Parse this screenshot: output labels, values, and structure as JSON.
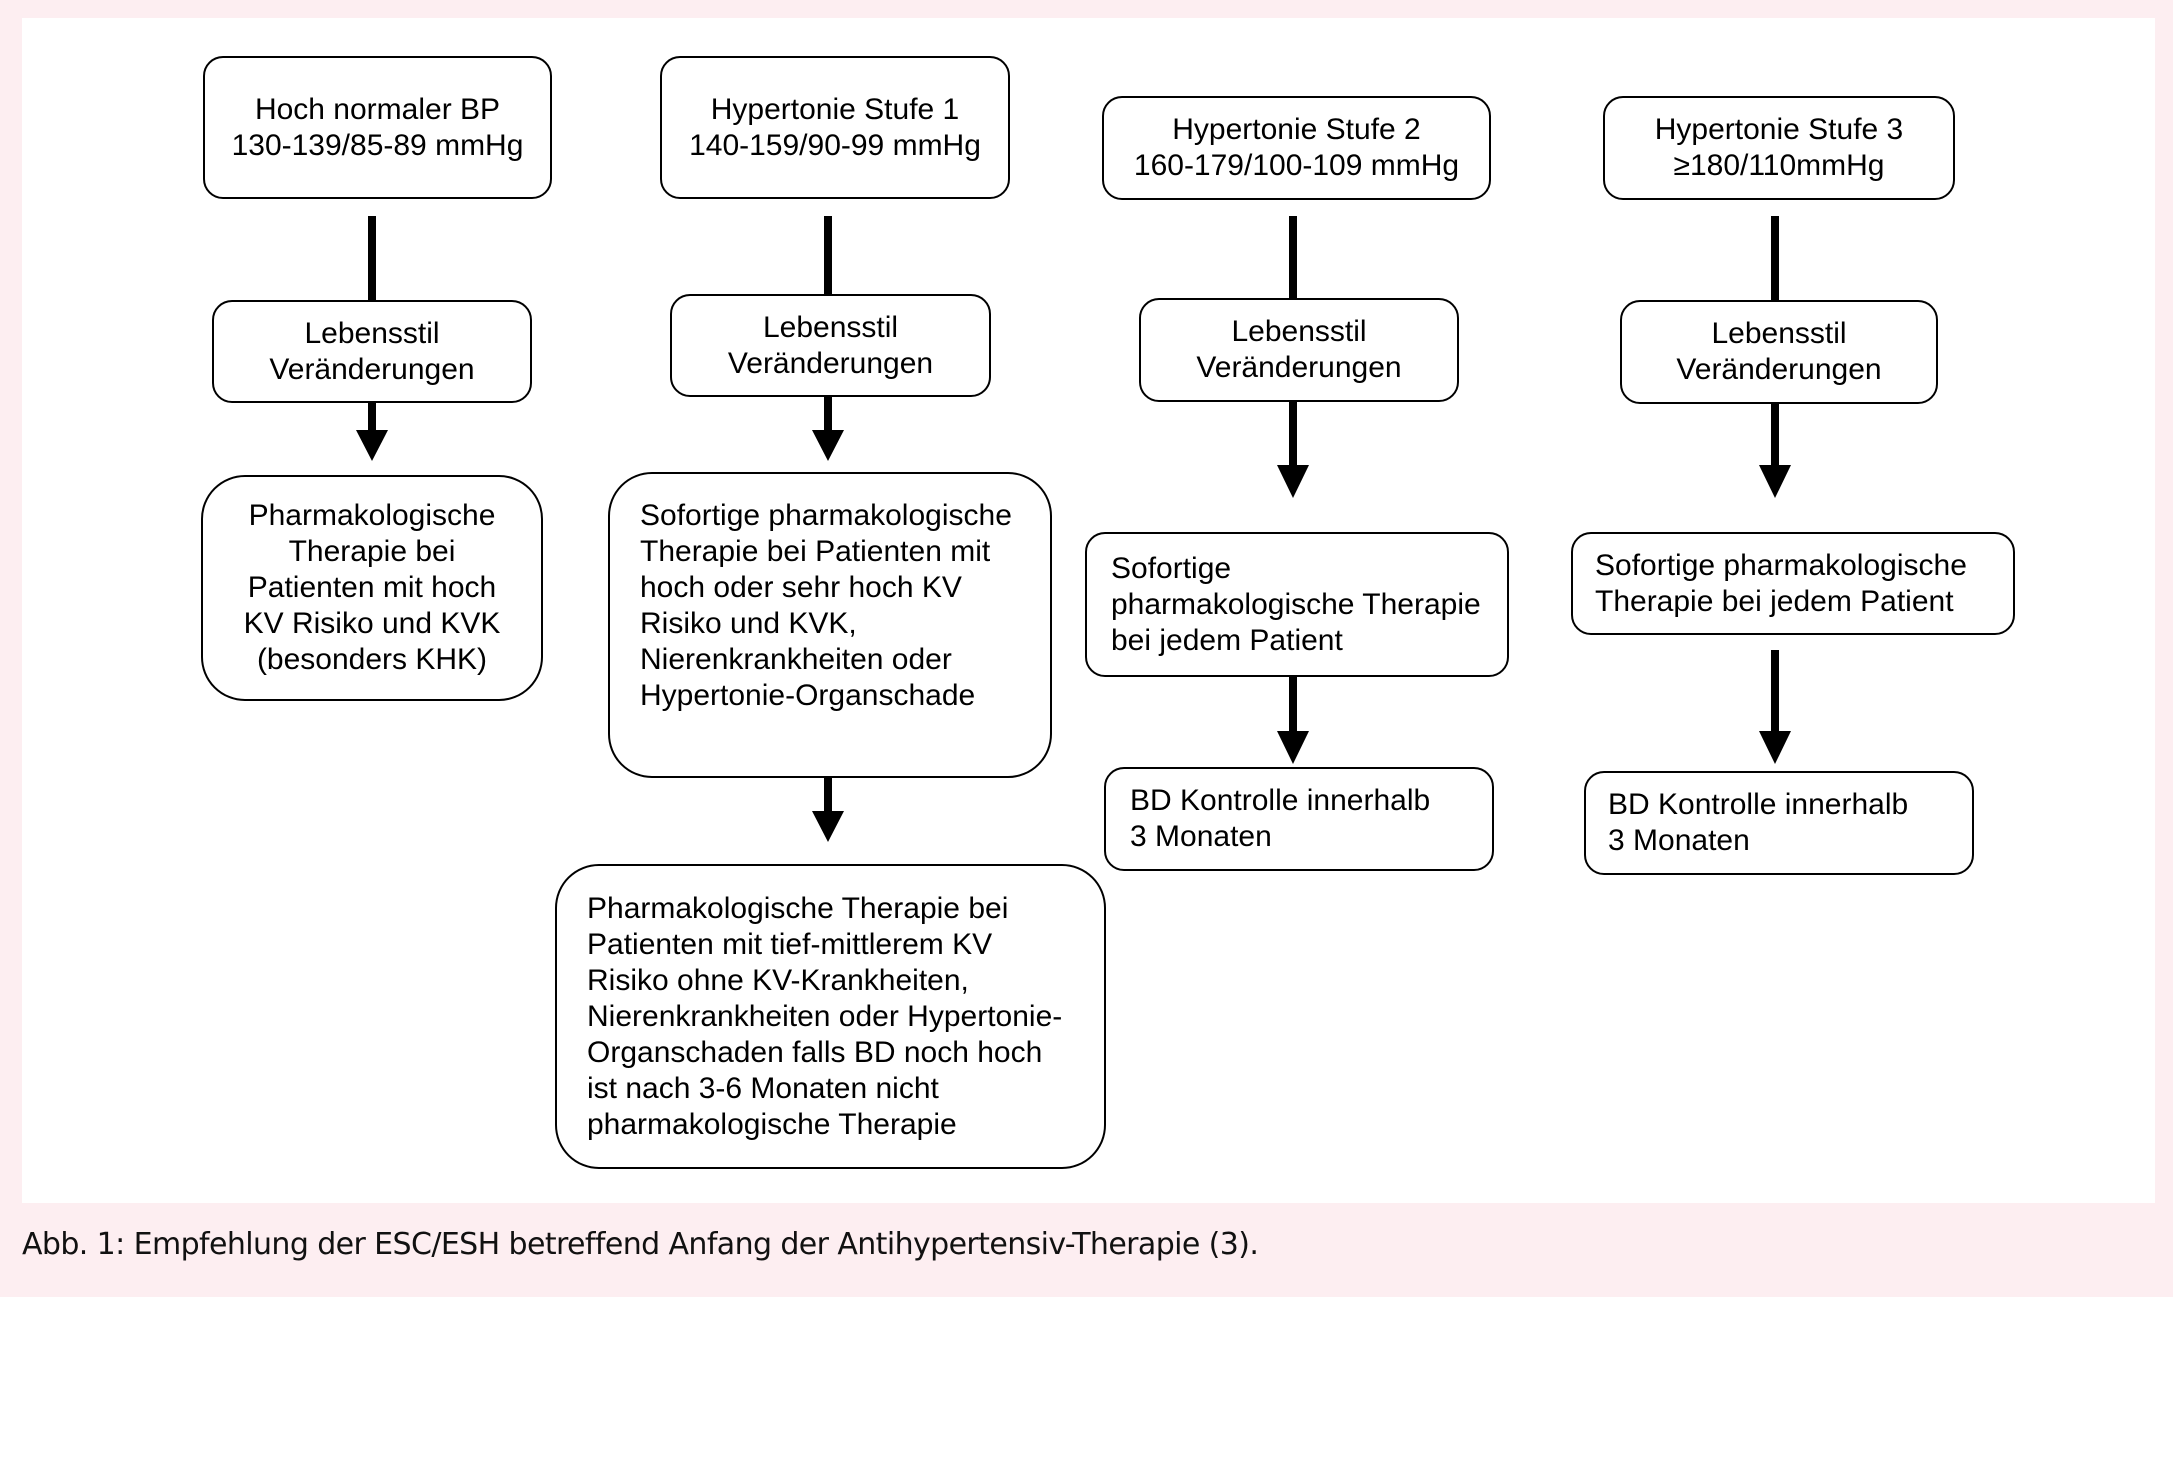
{
  "diagram": {
    "columns": [
      {
        "stage_box": [
          "Hoch normaler BP",
          "130-139/85-89 mmHg"
        ],
        "lifestyle_box": [
          "Lebensstil",
          "Veränderungen"
        ],
        "therapy_box": [
          "Pharmakologische",
          "Therapie bei",
          "Patienten mit  hoch",
          "KV Risiko und KVK",
          "(besonders KHK)"
        ]
      },
      {
        "stage_box": [
          "Hypertonie Stufe 1",
          "140-159/90-99 mmHg"
        ],
        "lifestyle_box": [
          "Lebensstil",
          "Veränderungen"
        ],
        "therapy_box": [
          "Sofortige pharmakologische",
          "Therapie bei Patienten mit",
          "hoch oder sehr hoch KV",
          "Risiko und KVK,",
          "Nierenkrankheiten  oder",
          "Hypertonie-Organschade"
        ],
        "followup_box": [
          "Pharmakologische Therapie bei",
          "Patienten mit  tief-mittlerem KV",
          "Risiko ohne KV-Krankheiten,",
          "Nierenkrankheiten  oder Hypertonie-",
          "Organschaden falls BD noch hoch",
          "ist nach 3-6 Monaten nicht",
          "pharmakologische Therapie"
        ]
      },
      {
        "stage_box": [
          "Hypertonie Stufe 2",
          "160-179/100-109 mmHg"
        ],
        "lifestyle_box": [
          "Lebensstil",
          "Veränderungen"
        ],
        "therapy_box": [
          "Sofortige",
          "pharmakologische Therapie",
          "bei jedem Patient"
        ],
        "control_box": [
          "BD Kontrolle innerhalb",
          "3 Monaten"
        ]
      },
      {
        "stage_box": [
          "Hypertonie Stufe 3",
          "≥180/110mmHg"
        ],
        "lifestyle_box": [
          "Lebensstil",
          "Veränderungen"
        ],
        "therapy_box": [
          "Sofortige pharmakologische",
          "Therapie bei jedem Patient"
        ],
        "control_box": [
          "BD Kontrolle innerhalb",
          "3 Monaten"
        ]
      }
    ],
    "caption": "Abb. 1: Empfehlung der ESC/ESH betreffend Anfang der Antihypertensiv-Therapie (3)."
  }
}
